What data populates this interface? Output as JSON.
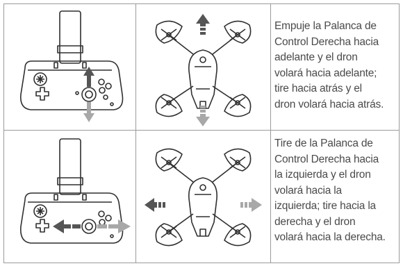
{
  "instructions": [
    {
      "id": "forward-backward",
      "text_lines": [
        "Empuje la Palanca de",
        "Control Derecha hacia",
        "adelante y el dron",
        "volará hacia adelante;",
        "tire hacia atrás y el",
        "dron volará hacia atrás."
      ]
    },
    {
      "id": "left-right",
      "text_lines": [
        "Tire de la Palanca de",
        "Control Derecha hacia",
        "la izquierda y el dron",
        "volará hacia la",
        "izquierda; tire hacia la",
        "derecha y el dron",
        "volará hacia la derecha."
      ]
    }
  ],
  "colors": {
    "border": "#9a9a9a",
    "text": "#4a4a4a",
    "arrow_dark": "#555555",
    "arrow_light": "#a8a8a8",
    "line_art": "#2f2f2f"
  },
  "icons": [
    "controller-icon",
    "drone-icon",
    "arrow-up-icon",
    "arrow-down-icon",
    "arrow-left-icon",
    "arrow-right-icon"
  ]
}
